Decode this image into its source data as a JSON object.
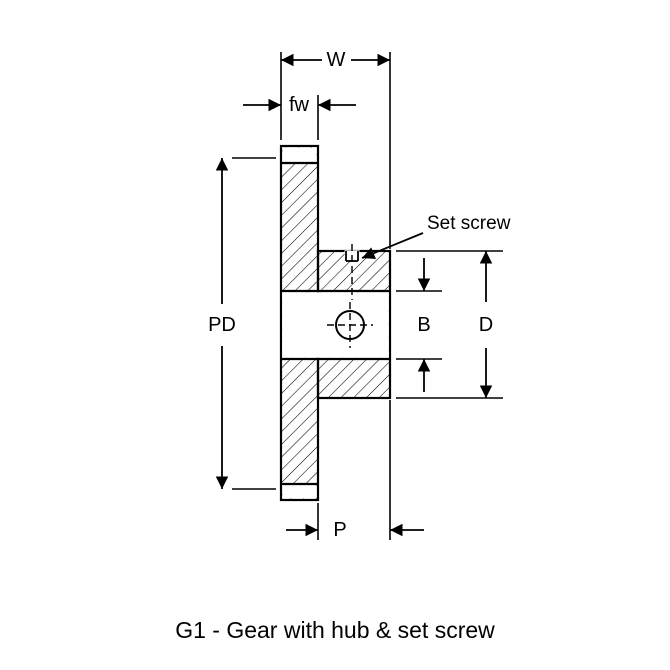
{
  "diagram": {
    "type": "engineering-cross-section",
    "subject": "gear-with-hub-and-set-screw"
  },
  "dimensions": {
    "overall_width": "W",
    "face_width": "fw",
    "pitch_diameter": "PD",
    "bore": "B",
    "hub_diameter": "D",
    "hub_projection": "P"
  },
  "annotations": {
    "set_screw": "Set screw"
  },
  "caption": {
    "text": "G1 - Gear with hub & set screw",
    "color": "#3333cc"
  },
  "colors": {
    "line": "#000000",
    "background": "#ffffff"
  }
}
